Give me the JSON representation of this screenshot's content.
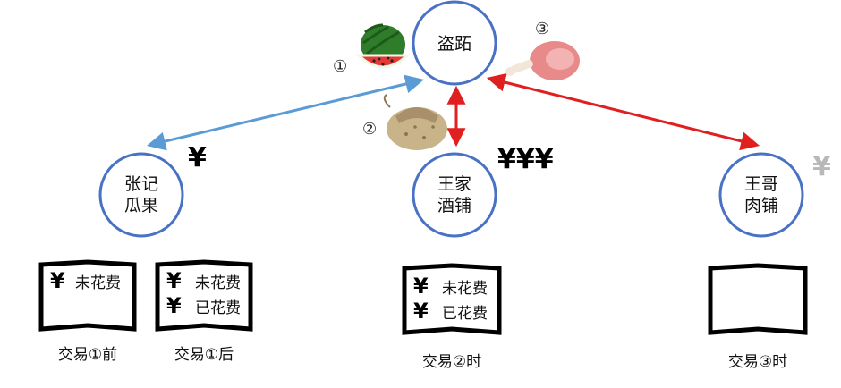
{
  "nodes": {
    "daozhi": {
      "label_line1": "盗跖",
      "label_line2": ""
    },
    "zhang": {
      "label_line1": "张记",
      "label_line2": "瓜果"
    },
    "wang_wine": {
      "label_line1": "王家",
      "label_line2": "酒铺"
    },
    "wang_meat": {
      "label_line1": "王哥",
      "label_line2": "肉铺"
    }
  },
  "step_labels": {
    "s1": "①",
    "s2": "②",
    "s3": "③"
  },
  "payments": {
    "to_zhang": "¥",
    "to_wang_wine": "¥¥¥",
    "to_wang_meat": "¥"
  },
  "ledgers": [
    {
      "lines": [
        {
          "yen": "¥",
          "text": "未花费"
        }
      ],
      "caption": "交易①前"
    },
    {
      "lines": [
        {
          "yen": "¥",
          "text": "未花费"
        },
        {
          "yen": "¥",
          "text": "已花费"
        }
      ],
      "caption": "交易①后"
    },
    {
      "lines": [
        {
          "yen": "¥",
          "text": "未花费"
        },
        {
          "yen": "¥",
          "text": "已花费"
        }
      ],
      "caption": "交易②时"
    },
    {
      "lines": [],
      "caption": "交易③时"
    }
  ],
  "icons": {
    "item1": "watermelon-icon",
    "item2": "wine-jar-icon",
    "item3": "ham-icon"
  },
  "colors": {
    "node_stroke": "#4a72c4",
    "arrow_blue": "#5b9bd5",
    "arrow_red": "#e02020",
    "faded_yen": "#b8b8b8"
  }
}
